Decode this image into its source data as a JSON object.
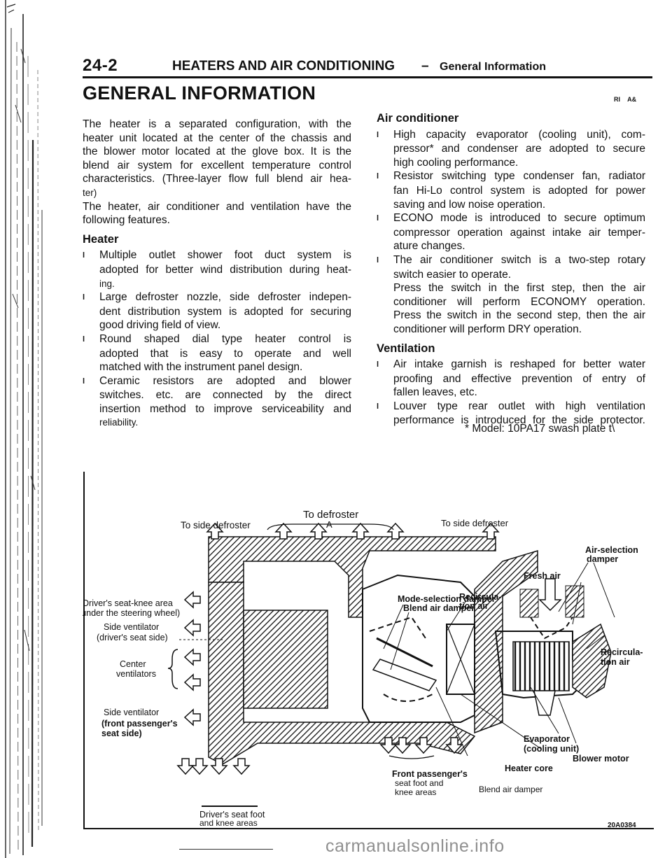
{
  "header": {
    "page_number": "24-2",
    "section": "HEATERS AND AIR CONDITIONING",
    "dash": "–",
    "subsection": "General Information"
  },
  "title": "GENERAL INFORMATION",
  "code_tag": "RI A&",
  "left_column": {
    "intro": [
      "The heater is a separated configuration, with the",
      "heater unit located at the center of the chassis and",
      "the blower motor located at the glove box. It is the",
      "blend air system for excellent temperature control",
      "characteristics. (Three-layer flow full blend air hea-"
    ],
    "intro_tail": "ter)",
    "features": [
      "The heater, air conditioner and ventilation have the",
      "following   features."
    ],
    "heater_heading": "Heater",
    "heater_items": [
      {
        "bullet": "l",
        "lines": [
          "Multiple outlet shower foot duct system is",
          "adopted for better wind distribution during heat-"
        ],
        "tail": "ing."
      },
      {
        "bullet": "l",
        "lines": [
          "Large defroster nozzle, side defroster indepen-",
          "dent distribution system is adopted for securing"
        ],
        "tail": "good driving field of view."
      },
      {
        "bullet": "l",
        "lines": [
          "Round shaped dial type heater control is",
          "adopted that is easy to operate and well"
        ],
        "tail": "matched with the instrument panel design."
      },
      {
        "bullet": "l",
        "lines": [
          "Ceramic resistors are adopted and blower",
          "switches. etc. are connected by the direct",
          "insertion method to improve serviceability and"
        ],
        "tail": "reliability."
      }
    ]
  },
  "right_column": {
    "ac_heading": "Air conditioner",
    "ac_items": [
      {
        "bullet": "l",
        "lines": [
          "High capacity evaporator (cooling unit), com-",
          "pressor* and condenser are adopted to secure"
        ],
        "tail": "high cooling performance."
      },
      {
        "bullet": "l",
        "lines": [
          "Resistor switching type condenser fan, radiator",
          "fan Hi-Lo control system is adopted for power"
        ],
        "tail": "saving and low noise operation."
      },
      {
        "bullet": "l",
        "lines": [
          "ECONO mode is introduced to secure optimum",
          "compressor operation against intake air temper-"
        ],
        "tail": "ature changes."
      },
      {
        "bullet": "l",
        "lines": [
          "The air conditioner switch is a two-step rotary"
        ],
        "tail": "switch easier to operate."
      }
    ],
    "ac_extra": [
      "Press the switch in the first step, then the air",
      "conditioner will perform ECONOMY operation.",
      "Press the switch in the second step, then the air"
    ],
    "ac_extra_tail": "conditioner will perform DRY operation.",
    "vent_heading": "Ventilation",
    "vent_items": [
      {
        "bullet": "l",
        "lines": [
          "Air intake garnish is reshaped for better water",
          "proofing and effective prevention of entry of"
        ],
        "tail": "fallen leaves, etc."
      },
      {
        "bullet": "l",
        "lines": [
          "Louver type rear outlet with high ventilation",
          "performance is introduced for the side protector."
        ],
        "tail": ""
      }
    ],
    "footnote": "* Model: 10PA17 swash plate t\\"
  },
  "diagram": {
    "to_side_defroster_left": "To side defroster",
    "to_defroster": "To defroster",
    "to_defroster_a": "A",
    "to_side_defroster_right": "To side defroster",
    "drivers_knee_1": "Driver's seat-knee area",
    "drivers_knee_2": "(under the steering wheel)",
    "side_vent_driver_1": "Side ventilator",
    "side_vent_driver_2": "(driver's seat side)",
    "center_vent_1": "Center",
    "center_vent_2": "ventilators",
    "side_vent_pass_1": "Side ventilator",
    "side_vent_pass_2": "(front passenger's",
    "side_vent_pass_3": "seat side)",
    "mode_damper": "Mode-selection damper",
    "blend_damper": "Blend air damper",
    "fresh_air": "Fresh air",
    "air_selection_1": "Air-selection",
    "air_selection_2": "damper",
    "recirc_inner_1": "Recircula-",
    "recirc_inner_2": "tion air",
    "recirc_outer_1": "Recircula-",
    "recirc_outer_2": "tion air",
    "evaporator_1": "Evaporator",
    "evaporator_2": "(cooling unit)",
    "blower_motor": "Blower motor",
    "heater_core": "Heater core",
    "front_pass_1": "Front passenger's",
    "front_pass_2": "seat foot and",
    "front_pass_3": "knee areas",
    "blend_air_damper_bottom": "Blend air damper",
    "drivers_foot_1": "Driver's seat foot",
    "drivers_foot_2": "and knee areas",
    "figure_code": "20A0384"
  },
  "watermark": "carmanualsonline.info"
}
